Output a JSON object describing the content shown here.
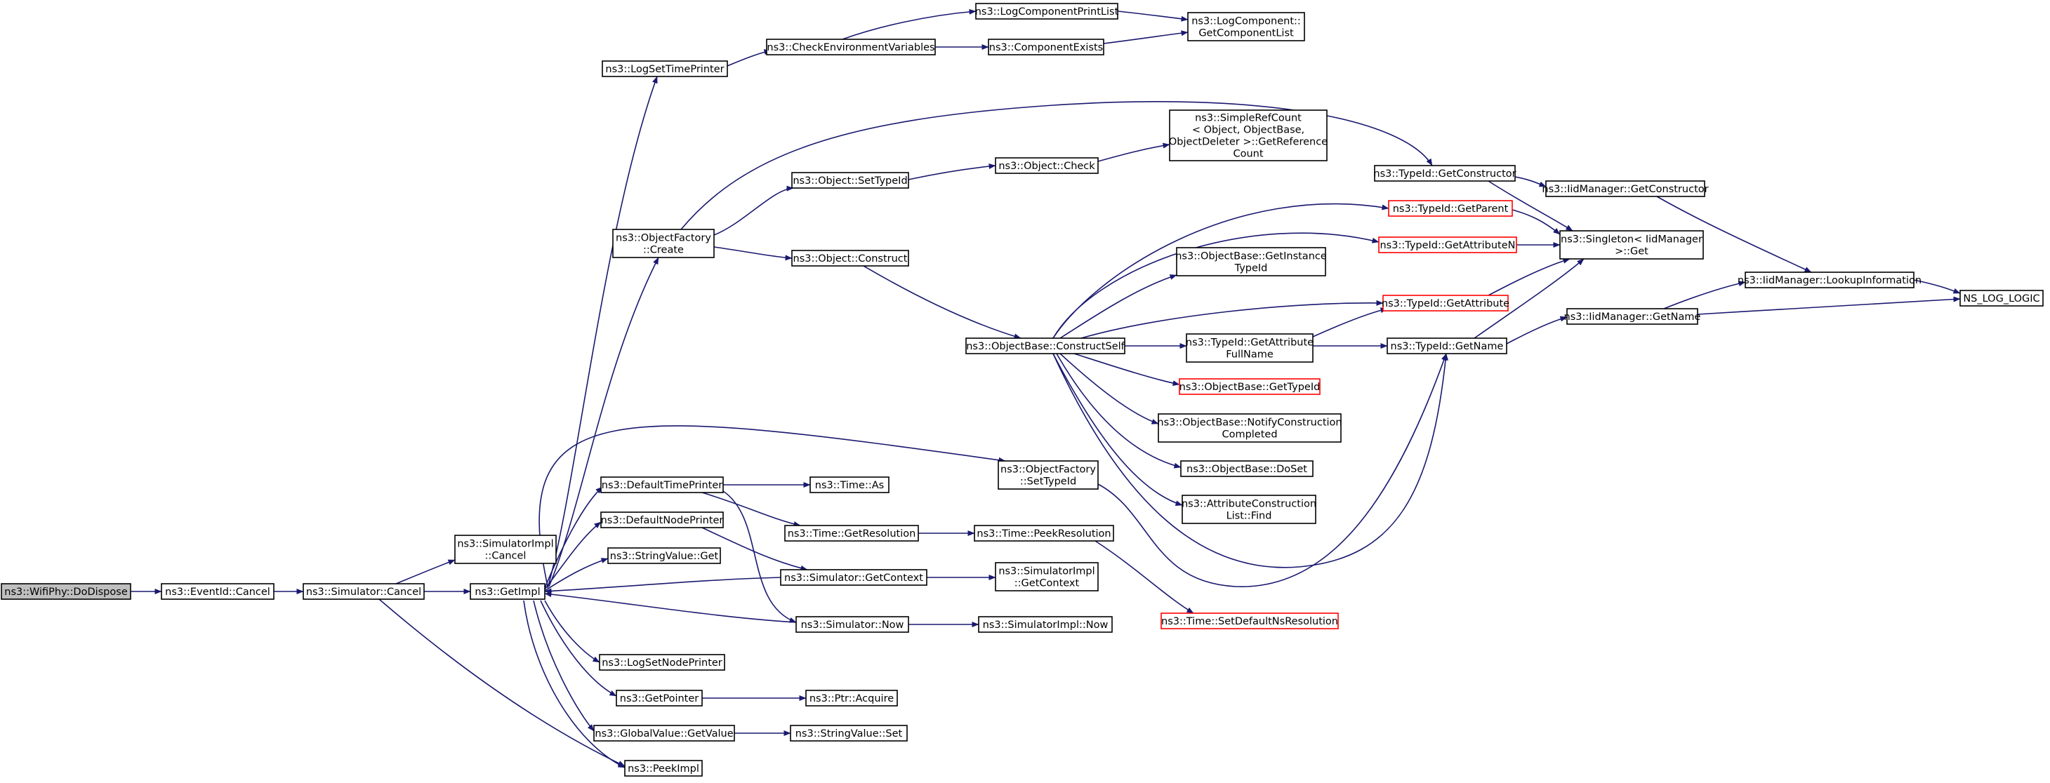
{
  "colors": {
    "edge": "#191970",
    "node_border": "#000000",
    "node_border_incomplete": "#ff0000",
    "root_fill": "#bfbfbf",
    "background": "#ffffff"
  },
  "nodes": [
    {
      "id": "n1",
      "lines": [
        "ns3::WifiPhy::DoDispose"
      ],
      "style": "root"
    },
    {
      "id": "n2",
      "lines": [
        "ns3::EventId::Cancel"
      ]
    },
    {
      "id": "n3",
      "lines": [
        "ns3::Simulator::Cancel"
      ]
    },
    {
      "id": "n4",
      "lines": [
        "ns3::SimulatorImpl",
        "::Cancel"
      ]
    },
    {
      "id": "n5",
      "lines": [
        "ns3::GetImpl"
      ]
    },
    {
      "id": "n6",
      "lines": [
        "ns3::LogSetTimePrinter"
      ]
    },
    {
      "id": "n7",
      "lines": [
        "ns3::CheckEnvironmentVariables"
      ]
    },
    {
      "id": "n8",
      "lines": [
        "ns3::LogComponentPrintList"
      ]
    },
    {
      "id": "n9",
      "lines": [
        "ns3::ComponentExists"
      ]
    },
    {
      "id": "n10",
      "lines": [
        "ns3::LogComponent::",
        "GetComponentList"
      ]
    },
    {
      "id": "n11",
      "lines": [
        "ns3::ObjectFactory",
        "::Create"
      ]
    },
    {
      "id": "n12",
      "lines": [
        "ns3::Object::SetTypeId"
      ]
    },
    {
      "id": "n13",
      "lines": [
        "ns3::Object::Check"
      ]
    },
    {
      "id": "n14",
      "lines": [
        "ns3::SimpleRefCount",
        "< Object, ObjectBase,",
        "ObjectDeleter >::GetReference",
        "Count"
      ]
    },
    {
      "id": "n15",
      "lines": [
        "ns3::Object::Construct"
      ]
    },
    {
      "id": "n16",
      "lines": [
        "ns3::ObjectBase::ConstructSelf"
      ]
    },
    {
      "id": "n17",
      "lines": [
        "ns3::TypeId::GetConstructor"
      ]
    },
    {
      "id": "n18",
      "lines": [
        "ns3::IidManager::GetConstructor"
      ]
    },
    {
      "id": "n19",
      "lines": [
        "ns3::TypeId::GetParent"
      ],
      "style": "red"
    },
    {
      "id": "n20",
      "lines": [
        "ns3::TypeId::GetAttributeN"
      ],
      "style": "red"
    },
    {
      "id": "n21",
      "lines": [
        "ns3::Singleton< IidManager",
        ">::Get"
      ]
    },
    {
      "id": "n22",
      "lines": [
        "ns3::ObjectBase::GetInstance",
        "TypeId"
      ]
    },
    {
      "id": "n23",
      "lines": [
        "ns3::TypeId::GetAttribute"
      ],
      "style": "red"
    },
    {
      "id": "n24",
      "lines": [
        "ns3::TypeId::GetAttribute",
        "FullName"
      ]
    },
    {
      "id": "n25",
      "lines": [
        "ns3::TypeId::GetName"
      ]
    },
    {
      "id": "n26",
      "lines": [
        "ns3::IidManager::LookupInformation"
      ]
    },
    {
      "id": "n27",
      "lines": [
        "ns3::IidManager::GetName"
      ]
    },
    {
      "id": "n28",
      "lines": [
        "NS_LOG_LOGIC"
      ]
    },
    {
      "id": "n29",
      "lines": [
        "ns3::ObjectBase::GetTypeId"
      ],
      "style": "red"
    },
    {
      "id": "n30",
      "lines": [
        "ns3::ObjectBase::NotifyConstruction",
        "Completed"
      ]
    },
    {
      "id": "n31",
      "lines": [
        "ns3::ObjectBase::DoSet"
      ]
    },
    {
      "id": "n32",
      "lines": [
        "ns3::AttributeConstruction",
        "List::Find"
      ]
    },
    {
      "id": "n33",
      "lines": [
        "ns3::ObjectFactory",
        "::SetTypeId"
      ]
    },
    {
      "id": "n34",
      "lines": [
        "ns3::DefaultTimePrinter"
      ]
    },
    {
      "id": "n35",
      "lines": [
        "ns3::Time::As"
      ]
    },
    {
      "id": "n36",
      "lines": [
        "ns3::DefaultNodePrinter"
      ]
    },
    {
      "id": "n37",
      "lines": [
        "ns3::Time::GetResolution"
      ]
    },
    {
      "id": "n38",
      "lines": [
        "ns3::Time::PeekResolution"
      ]
    },
    {
      "id": "n39",
      "lines": [
        "ns3::StringValue::Get"
      ]
    },
    {
      "id": "n40",
      "lines": [
        "ns3::Simulator::GetContext"
      ]
    },
    {
      "id": "n41",
      "lines": [
        "ns3::SimulatorImpl",
        "::GetContext"
      ]
    },
    {
      "id": "n42",
      "lines": [
        "ns3::Time::SetDefaultNsResolution"
      ],
      "style": "red"
    },
    {
      "id": "n43",
      "lines": [
        "ns3::Simulator::Now"
      ]
    },
    {
      "id": "n44",
      "lines": [
        "ns3::SimulatorImpl::Now"
      ]
    },
    {
      "id": "n45",
      "lines": [
        "ns3::LogSetNodePrinter"
      ]
    },
    {
      "id": "n46",
      "lines": [
        "ns3::GetPointer"
      ]
    },
    {
      "id": "n47",
      "lines": [
        "ns3::Ptr::Acquire"
      ]
    },
    {
      "id": "n48",
      "lines": [
        "ns3::GlobalValue::GetValue"
      ]
    },
    {
      "id": "n49",
      "lines": [
        "ns3::StringValue::Set"
      ]
    },
    {
      "id": "n50",
      "lines": [
        "ns3::PeekImpl"
      ]
    }
  ]
}
